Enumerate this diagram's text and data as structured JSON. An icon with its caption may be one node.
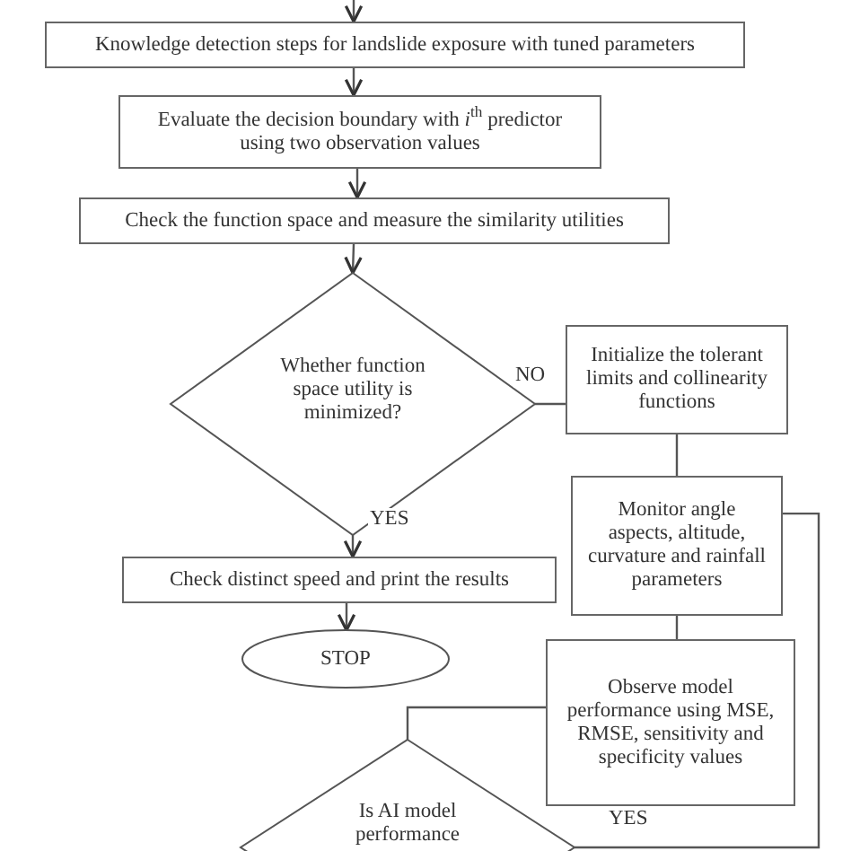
{
  "diagram": {
    "nodes": [
      {
        "text": [
          "Knowledge detection steps for landslide exposure with tuned parameters"
        ]
      },
      {
        "text": [
          "Evaluate the decision boundary with *i*$^{th}$ predictor using two observation values"
        ]
      },
      {
        "text": [
          "Check the function space and measure the similarity utilities"
        ]
      },
      {
        "text": [
          "Whether function space utility is minimized?"
        ]
      },
      {
        "text": [
          "Initialize the tolerant limits and collinearity functions"
        ]
      },
      {
        "text": [
          "Monitor angle aspects, altitude, curvature and rainfall parameters"
        ]
      },
      {
        "text": [
          "Observe model performance using MSE, RMSE, sensitivity and specificity values"
        ]
      },
      {
        "text": [
          "Is AI model performance"
        ]
      },
      {
        "text": [
          "Check distinct speed and print the results"
        ]
      },
      {
        "text": [
          "STOP"
        ]
      }
    ],
    "edges": [
      {
        "from": null,
        "to": 0,
        "arrow": "to"
      },
      {
        "from": 0,
        "to": 1,
        "arrow": "to"
      },
      {
        "from": 1,
        "to": 2,
        "arrow": "to"
      },
      {
        "from": 2,
        "to": 3,
        "arrow": "to"
      },
      {
        "from": 3,
        "to": 4,
        "arrow": "none",
        "label": "NO"
      },
      {
        "from": 4,
        "to": 5,
        "arrow": "none"
      },
      {
        "from": 5,
        "to": 6,
        "arrow": "none"
      },
      {
        "from": 6,
        "to": 7,
        "arrow": "none"
      },
      {
        "from": 3,
        "to": 8,
        "arrow": "to",
        "label": "YES"
      },
      {
        "from": 8,
        "to": 9,
        "arrow": "to"
      },
      {
        "from": 7,
        "to": 5,
        "arrow": "none",
        "label": "YES"
      }
    ]
  }
}
